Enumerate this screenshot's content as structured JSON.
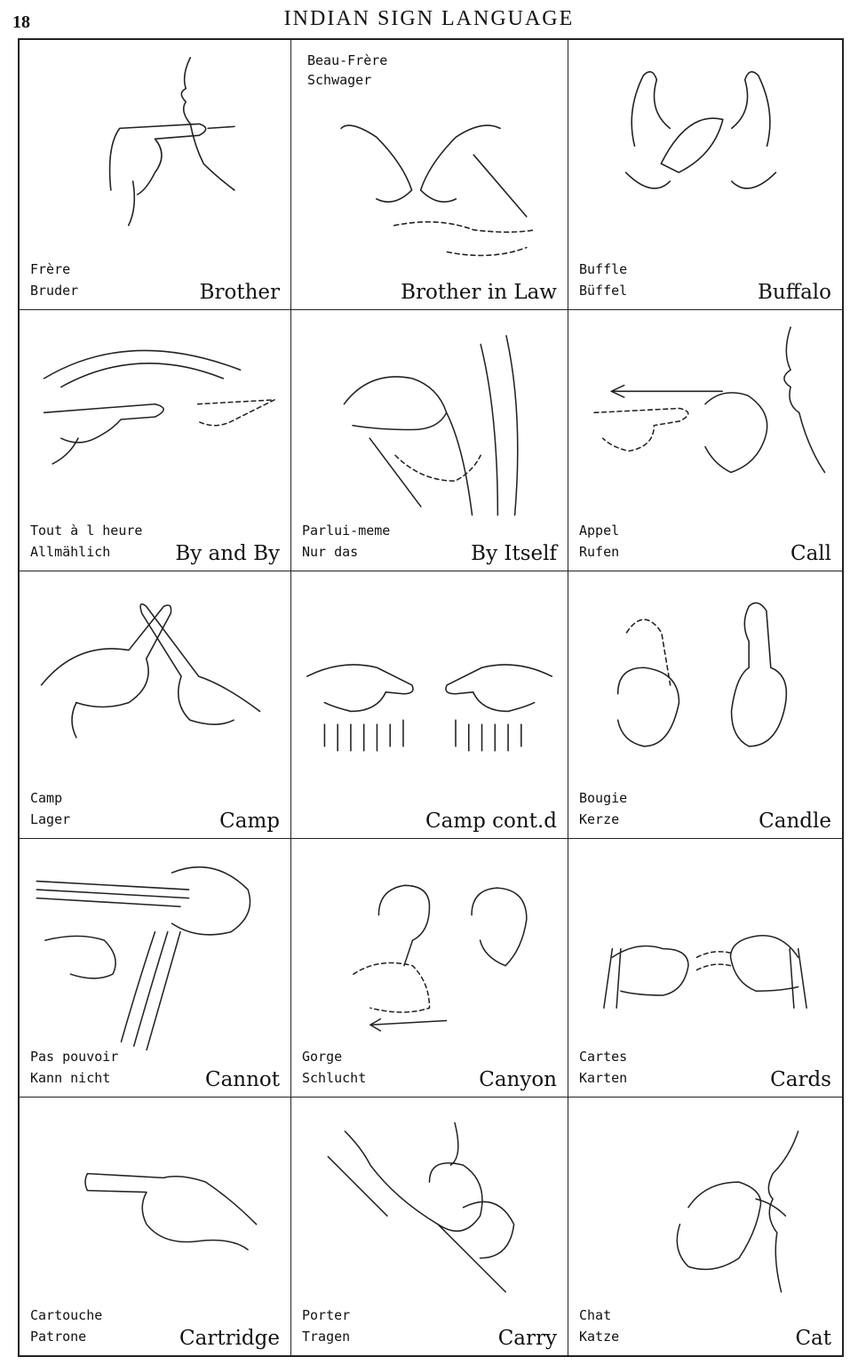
{
  "header": {
    "page_number": "18",
    "title": "INDIAN SIGN LANGUAGE"
  },
  "cells": [
    {
      "french": "Frère",
      "german": "Bruder",
      "english": "Brother",
      "icon": "hand-at-mouth-sign"
    },
    {
      "french": "Beau-Frère",
      "german": "Schwager",
      "english": "Brother in Law",
      "icon": "crossed-hands-sign",
      "labels_top": true
    },
    {
      "french": "Buffle",
      "german": "Büffel",
      "english": "Buffalo",
      "icon": "hands-with-horns-sign"
    },
    {
      "french": "Tout à l heure",
      "german": "Allmählich",
      "english": "By and By",
      "icon": "pointing-arc-sign"
    },
    {
      "french": "Parlui-meme",
      "german": "Nur das",
      "english": "By Itself",
      "icon": "hand-on-forearm-sign"
    },
    {
      "french": "Appel",
      "german": "Rufen",
      "english": "Call",
      "icon": "hand-from-mouth-sign"
    },
    {
      "french": "Camp",
      "german": "Lager",
      "english": "Camp",
      "icon": "crossed-fingers-sign"
    },
    {
      "french": "",
      "german": "",
      "english": "Camp cont.d",
      "icon": "two-pointing-hands-sign"
    },
    {
      "french": "Bougie",
      "german": "Kerze",
      "english": "Candle",
      "icon": "raised-finger-sign"
    },
    {
      "french": "Pas pouvoir",
      "german": "Kann nicht",
      "english": "Cannot",
      "icon": "finger-across-palm-sign"
    },
    {
      "french": "Gorge",
      "german": "Schlucht",
      "english": "Canyon",
      "icon": "two-fists-sign"
    },
    {
      "french": "Cartes",
      "german": "Karten",
      "english": "Cards",
      "icon": "dealing-cards-sign"
    },
    {
      "french": "Cartouche",
      "german": "Patrone",
      "english": "Cartridge",
      "icon": "pointing-finger-sign"
    },
    {
      "french": "Porter",
      "german": "Tragen",
      "english": "Carry",
      "icon": "fist-on-shoulder-sign"
    },
    {
      "french": "Chat",
      "german": "Katze",
      "english": "Cat",
      "icon": "pinch-at-cheek-sign"
    }
  ]
}
